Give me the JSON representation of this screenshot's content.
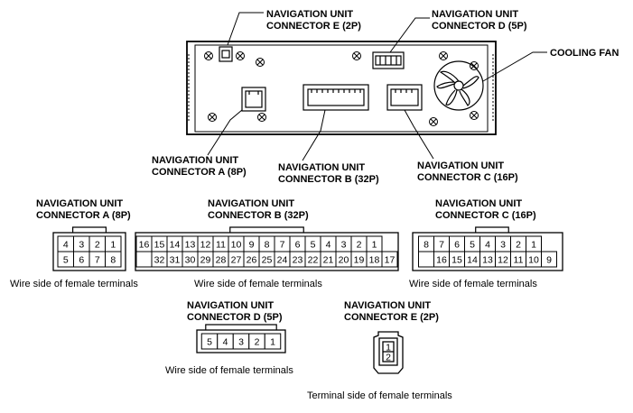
{
  "callouts": {
    "connector_e": [
      "NAVIGATION UNIT",
      "CONNECTOR E (2P)"
    ],
    "connector_d": [
      "NAVIGATION UNIT",
      "CONNECTOR D (5P)"
    ],
    "cooling_fan": "COOLING FAN",
    "connector_a": [
      "NAVIGATION UNIT",
      "CONNECTOR A (8P)"
    ],
    "connector_b": [
      "NAVIGATION UNIT",
      "CONNECTOR B (32P)"
    ],
    "connector_c": [
      "NAVIGATION UNIT",
      "CONNECTOR C (16P)"
    ]
  },
  "connectors": {
    "a": {
      "title": [
        "NAVIGATION UNIT",
        "CONNECTOR A (8P)"
      ],
      "top_row": [
        "4",
        "3",
        "2",
        "1"
      ],
      "bottom_row": [
        "5",
        "6",
        "7",
        "8"
      ],
      "caption": "Wire side of female terminals"
    },
    "b": {
      "title": [
        "NAVIGATION UNIT",
        "CONNECTOR B (32P)"
      ],
      "top_row": [
        "16",
        "15",
        "14",
        "13",
        "12",
        "11",
        "10",
        "9",
        "8",
        "7",
        "6",
        "5",
        "4",
        "3",
        "2",
        "1"
      ],
      "bottom_row": [
        "32",
        "31",
        "30",
        "29",
        "28",
        "27",
        "26",
        "25",
        "24",
        "23",
        "22",
        "21",
        "20",
        "19",
        "18",
        "17"
      ],
      "caption": "Wire side of female terminals"
    },
    "c": {
      "title": [
        "NAVIGATION UNIT",
        "CONNECTOR C (16P)"
      ],
      "top_row": [
        "8",
        "7",
        "6",
        "5",
        "4",
        "3",
        "2",
        "1"
      ],
      "bottom_row": [
        "16",
        "15",
        "14",
        "13",
        "12",
        "11",
        "10",
        "9"
      ],
      "caption": "Wire side of female terminals"
    },
    "d": {
      "title": [
        "NAVIGATION UNIT",
        "CONNECTOR D (5P)"
      ],
      "row": [
        "5",
        "4",
        "3",
        "2",
        "1"
      ],
      "caption": "Wire side of female terminals"
    },
    "e": {
      "title": [
        "NAVIGATION UNIT",
        "CONNECTOR E (2P)"
      ],
      "pins": [
        "1",
        "2"
      ],
      "caption": "Terminal side of female terminals"
    }
  }
}
